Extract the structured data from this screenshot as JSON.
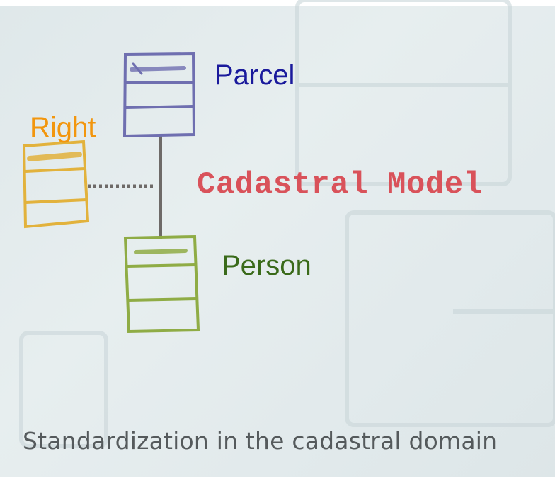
{
  "diagram": {
    "title": "Cadastral Model",
    "classes": {
      "parcel": {
        "label": "Parcel",
        "color": "#1a1a9c",
        "stroke": "#6f6fb0"
      },
      "right": {
        "label": "Right",
        "color": "#f2960e",
        "stroke": "#e2b23c"
      },
      "person": {
        "label": "Person",
        "color": "#3a6a1a",
        "stroke": "#8fac45"
      }
    },
    "title_color": "#d9525a"
  },
  "caption": "Standardization in the cadastral domain"
}
